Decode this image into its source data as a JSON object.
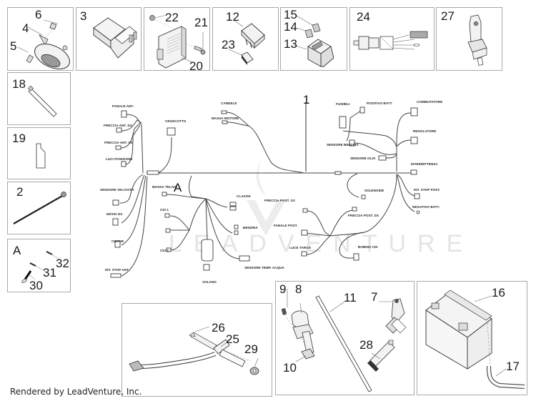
{
  "footer": {
    "credit": "Rendered by LeadVenture, Inc."
  },
  "watermark": {
    "text": "LEADVENTURE"
  },
  "panels": {
    "horn": {
      "numbers": [
        "6",
        "4",
        "5"
      ]
    },
    "relay_module": {
      "numbers": [
        "3"
      ]
    },
    "regulator": {
      "numbers": [
        "22",
        "21",
        "20"
      ]
    },
    "flasher_relay": {
      "numbers": [
        "12",
        "23"
      ]
    },
    "fuse_box": {
      "numbers": [
        "15",
        "14",
        "13"
      ]
    },
    "cable_harness": {
      "numbers": [
        "24"
      ]
    },
    "temp_sensor": {
      "numbers": [
        "27"
      ]
    },
    "cap": {
      "numbers": [
        "18"
      ]
    },
    "bottle": {
      "numbers": [
        "19"
      ]
    },
    "cable_tie": {
      "numbers": [
        "2"
      ]
    },
    "kit_a": {
      "numbers": [
        "A",
        "32",
        "31",
        "30"
      ]
    },
    "lambda_sensor": {
      "numbers": [
        "26",
        "25",
        "29"
      ]
    },
    "ignition": {
      "numbers": [
        "9",
        "8",
        "11",
        "7",
        "28",
        "10"
      ]
    },
    "battery": {
      "numbers": [
        "16",
        "17"
      ]
    }
  },
  "harness": {
    "main_number": "1",
    "group_marker": "A",
    "connectors": [
      "FANALE ANT.",
      "FRECCIA ANT. DX",
      "FRECCIA ANT. SX",
      "LUCI POSIZIONE",
      "CRUSCOTTO",
      "CANDELE",
      "MASSA MOTORE",
      "FUSIBILI",
      "POSITIVO BATT.",
      "COMMUTATORE",
      "REGOLATORE",
      "SENSORE BENZINA",
      "SENSORE OLIO",
      "INTERMITTENZA",
      "SENSORE VELOCITA'",
      "DEVIO DX",
      "CHIAVE",
      "INT. STOP ANT.",
      "MASSA TELAIO",
      "CDI 1",
      "CDI 2",
      "CLAXON",
      "BENZINA",
      "SENSORE TEMP. ACQUA",
      "VOLANO",
      "FRECCIA POST. SX",
      "FANALE POST.",
      "FRECCIA POST. DX",
      "LUCE TARGA",
      "SOLENOIDE",
      "INT. STOP POST.",
      "NEGATIVO BATT.",
      "BOBINA CDI"
    ]
  }
}
